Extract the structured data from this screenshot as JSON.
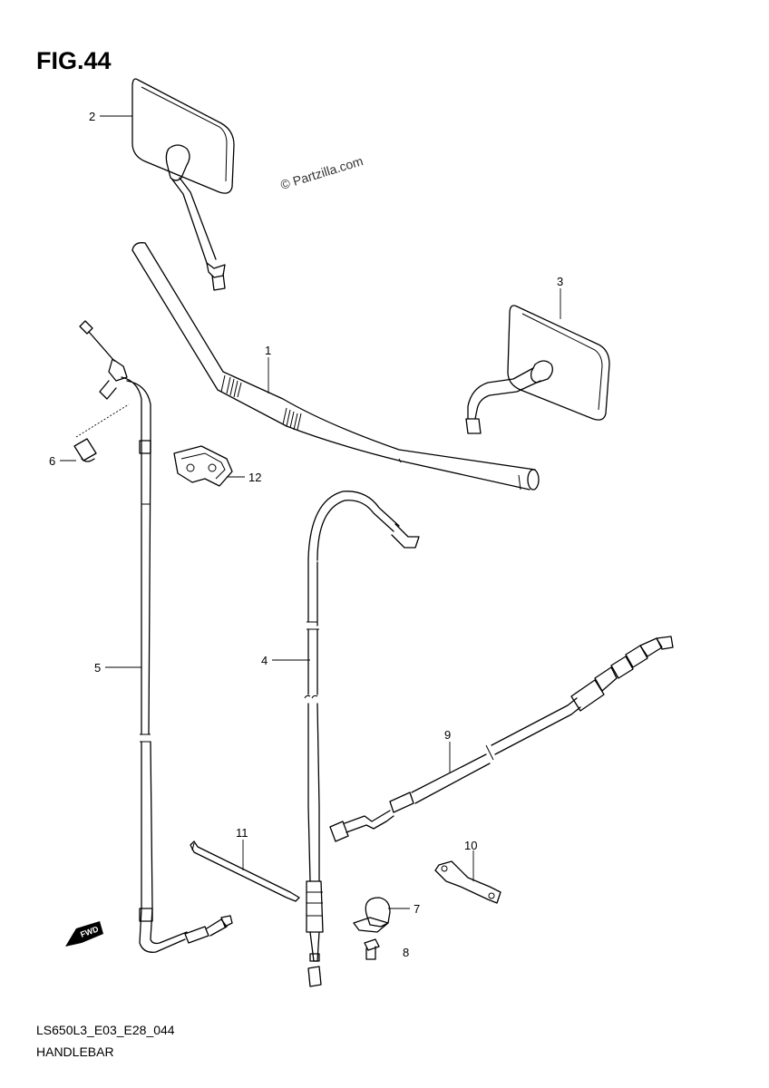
{
  "header": {
    "figure_label": "FIG.44"
  },
  "watermark": {
    "text": "© Partzilla.com"
  },
  "footer": {
    "code": "LS650L3_E03_E28_044",
    "caption": "HANDLEBAR"
  },
  "callouts": [
    {
      "id": "1",
      "label": "1"
    },
    {
      "id": "2",
      "label": "2"
    },
    {
      "id": "3",
      "label": "3"
    },
    {
      "id": "4",
      "label": "4"
    },
    {
      "id": "5",
      "label": "5"
    },
    {
      "id": "6",
      "label": "6"
    },
    {
      "id": "7",
      "label": "7"
    },
    {
      "id": "8",
      "label": "8"
    },
    {
      "id": "9",
      "label": "9"
    },
    {
      "id": "10",
      "label": "10"
    },
    {
      "id": "11",
      "label": "11"
    },
    {
      "id": "12",
      "label": "12"
    }
  ],
  "icons": {
    "direction_badge": "fwd-arrow-icon",
    "direction_text": "FWD"
  },
  "colors": {
    "ink": "#000000",
    "background": "#ffffff"
  }
}
